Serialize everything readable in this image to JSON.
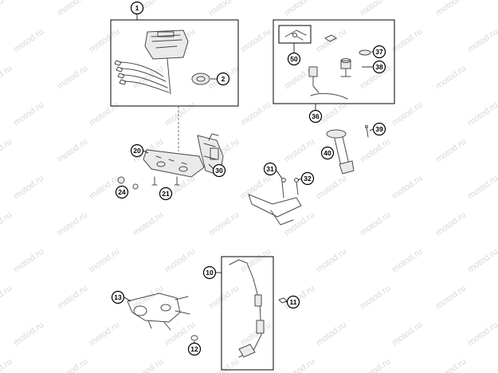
{
  "watermark": {
    "text": "motod.ru"
  },
  "callouts": {
    "c1": "1",
    "c2": "2",
    "c10": "10",
    "c11": "11",
    "c12": "12",
    "c13": "13",
    "c20": "20",
    "c21": "21",
    "c24": "24",
    "c30": "30",
    "c31": "31",
    "c32": "32",
    "c36": "36",
    "c37": "37",
    "c38": "38",
    "c39": "39",
    "c40": "40",
    "c50": "50"
  }
}
